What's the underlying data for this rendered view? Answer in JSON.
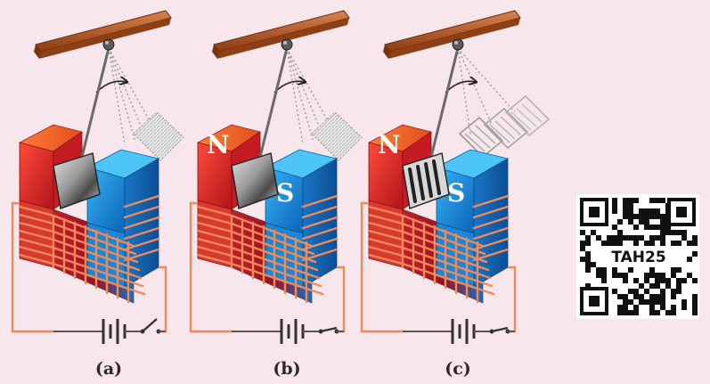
{
  "panels": [
    {
      "id": "a",
      "caption": "(a)",
      "north_label": "",
      "south_label": "",
      "plate": "solid",
      "switch": "open"
    },
    {
      "id": "b",
      "caption": "(b)",
      "north_label": "N",
      "south_label": "S",
      "plate": "solid",
      "switch": "closed"
    },
    {
      "id": "c",
      "caption": "(c)",
      "north_label": "N",
      "south_label": "S",
      "plate": "slotted",
      "switch": "closed"
    }
  ],
  "qr_code": {
    "text": "TAH25"
  },
  "colors": {
    "background": "#f7e6ec",
    "support_beam": "#b65a22",
    "north_pole": "#dd2a2a",
    "south_pole": "#1c95dd",
    "coil": "#f08a5a",
    "circuit_wire": "#555555"
  }
}
